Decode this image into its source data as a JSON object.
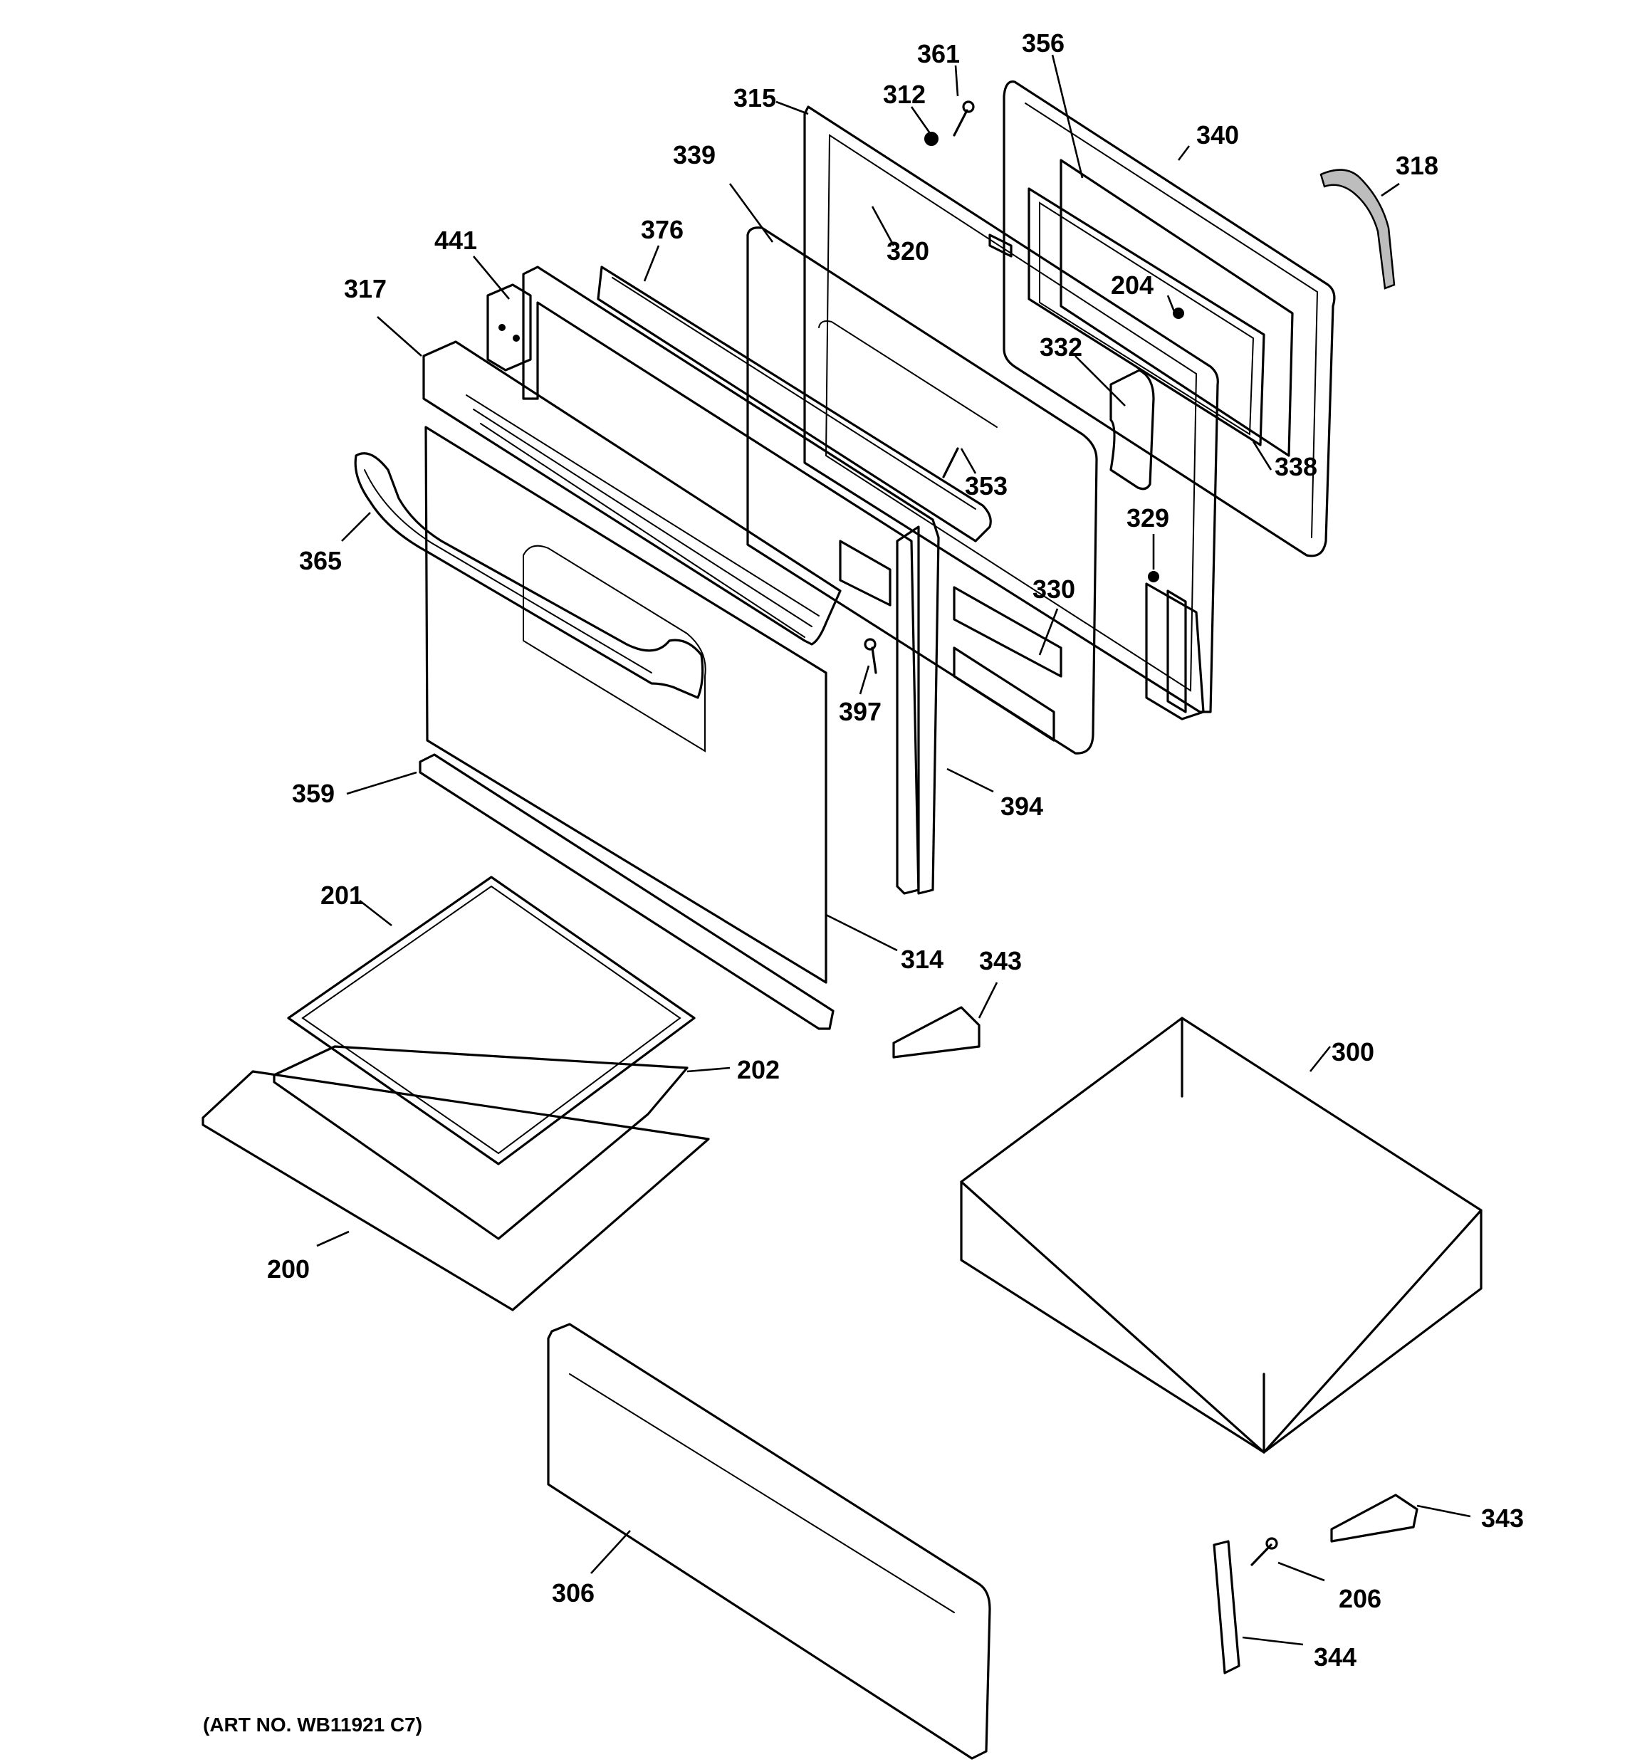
{
  "callouts": {
    "c361": "361",
    "c356": "356",
    "c315": "315",
    "c312": "312",
    "c340": "340",
    "c318": "318",
    "c339": "339",
    "c320": "320",
    "c376": "376",
    "c441": "441",
    "c204": "204",
    "c317": "317",
    "c332": "332",
    "c338": "338",
    "c353": "353",
    "c329": "329",
    "c365": "365",
    "c330": "330",
    "c397": "397",
    "c359": "359",
    "c394": "394",
    "c201": "201",
    "c314": "314",
    "c343a": "343",
    "c300": "300",
    "c202": "202",
    "c200": "200",
    "c343b": "343",
    "c206": "206",
    "c306": "306",
    "c344": "344"
  },
  "art_number": "(ART NO. WB11921 C7)"
}
